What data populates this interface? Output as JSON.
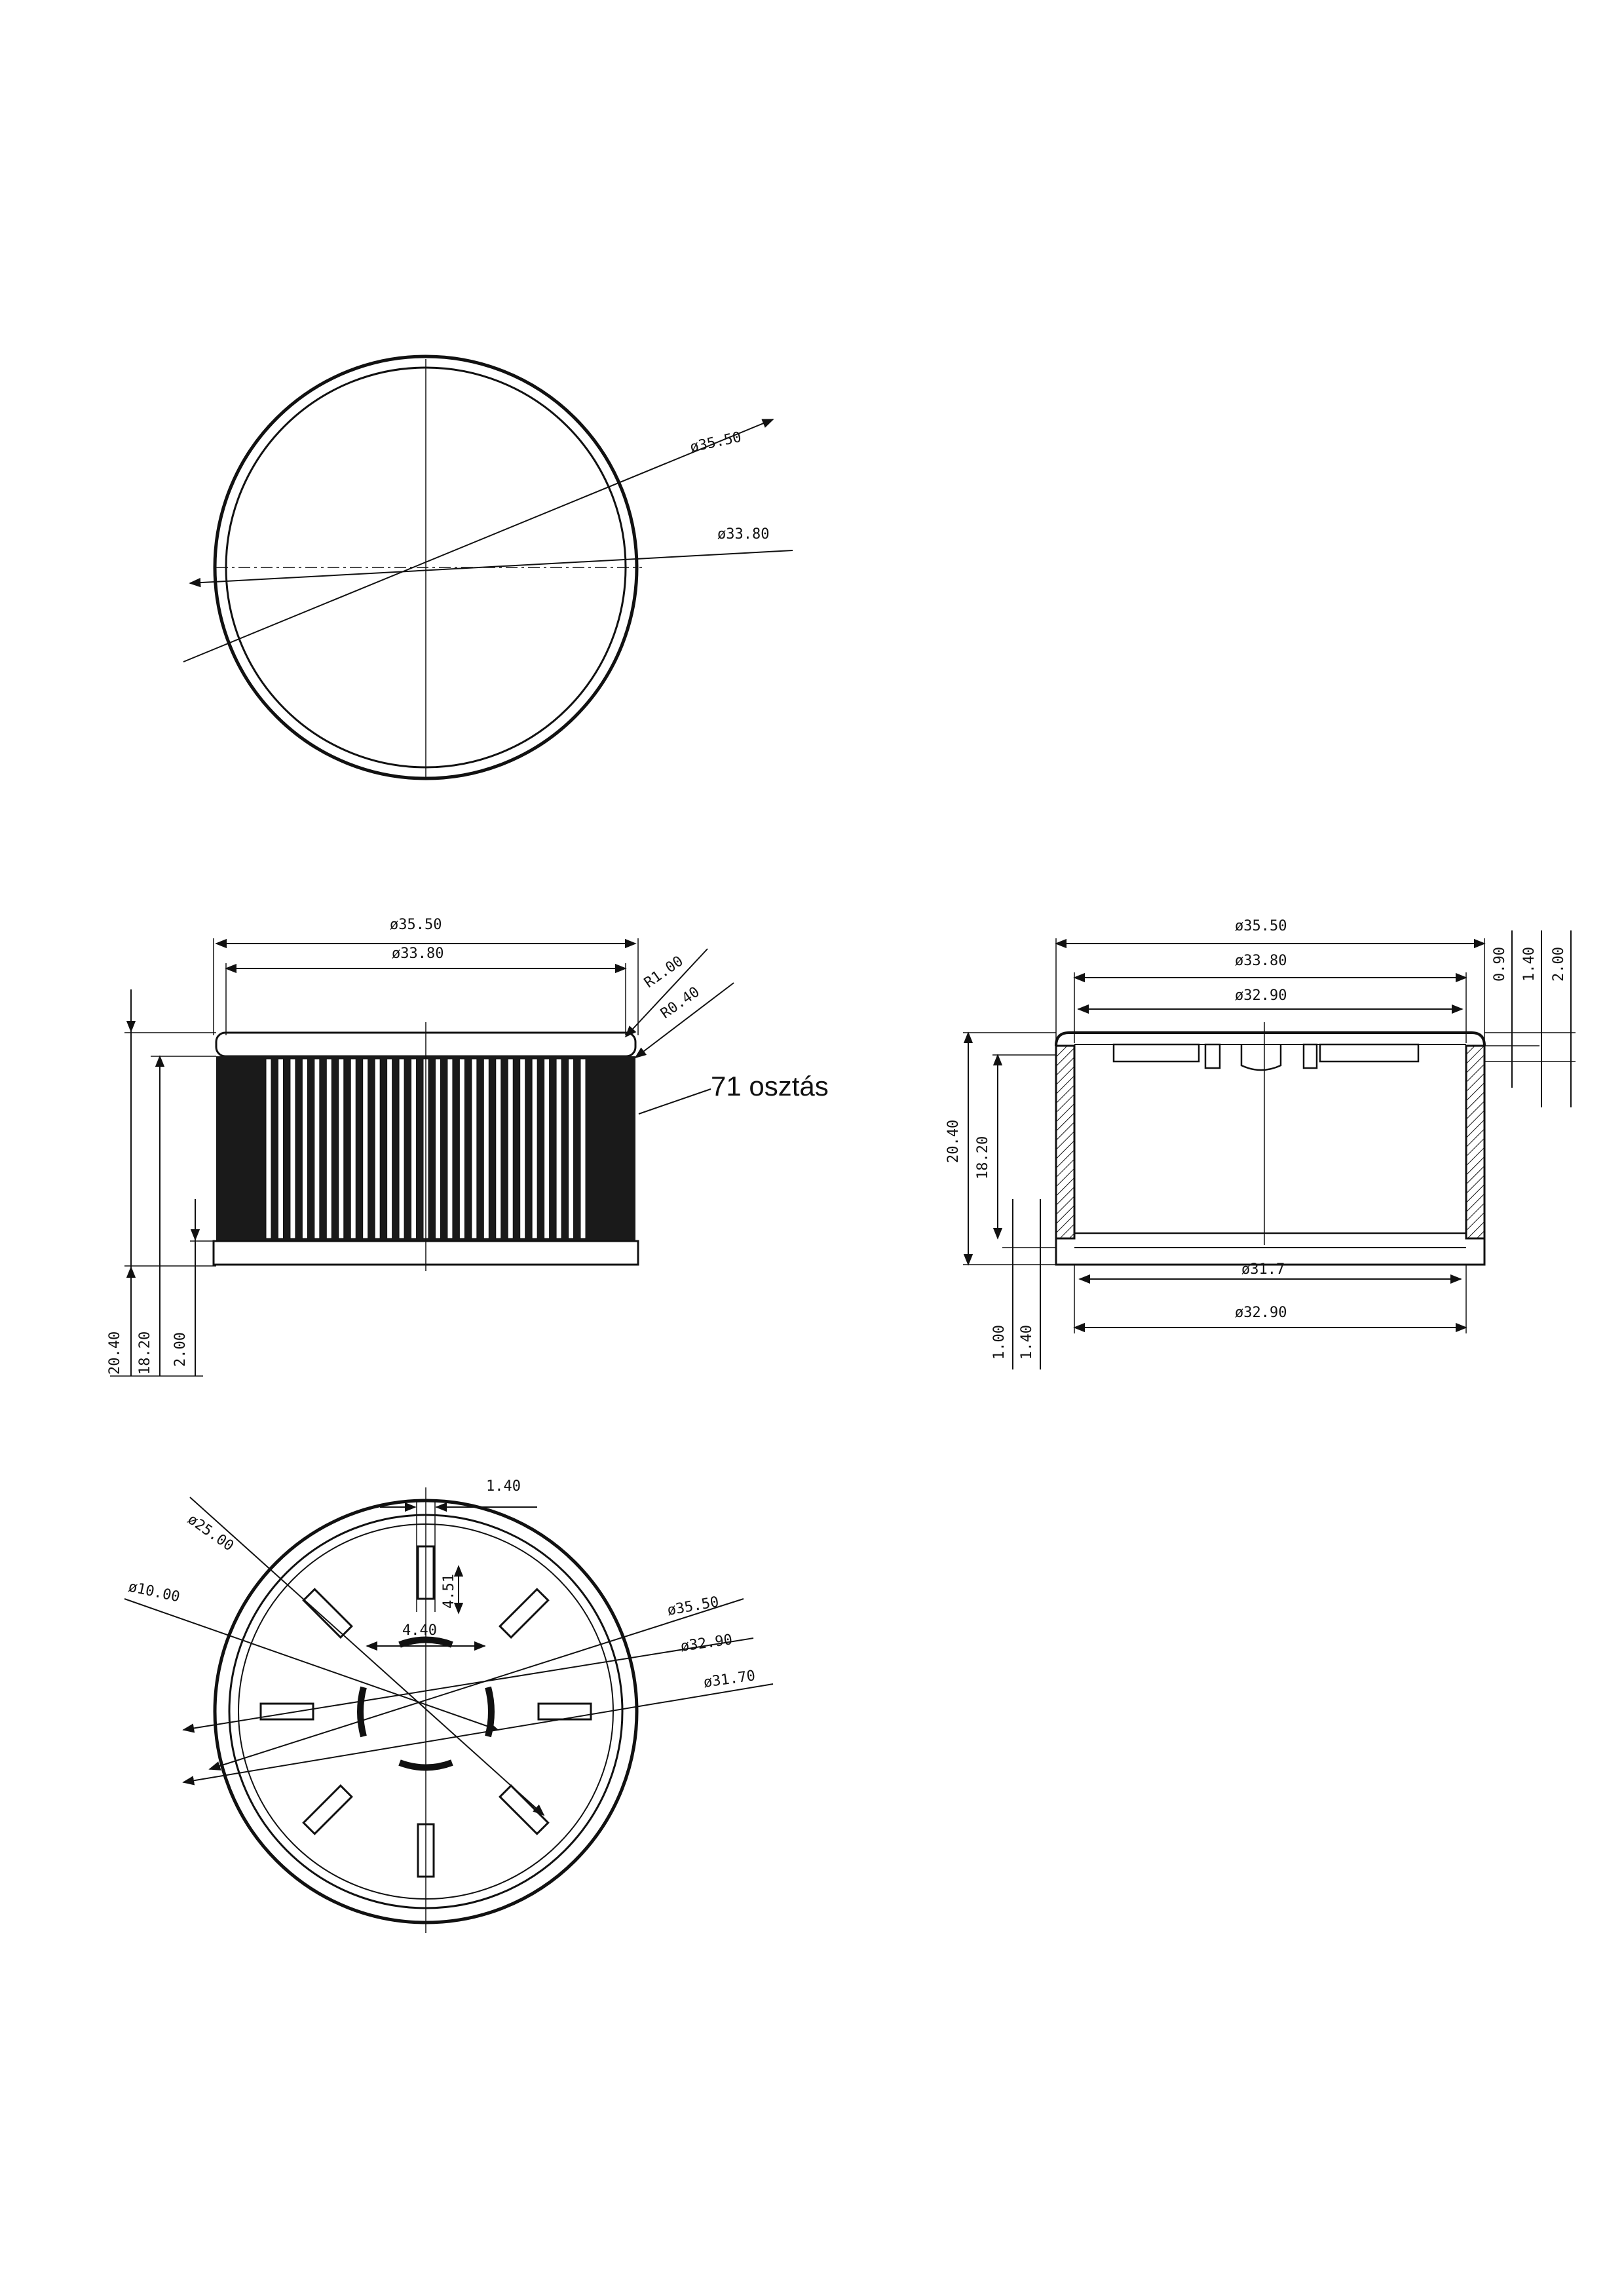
{
  "top_view": {
    "outer_diameter": "ø35.50",
    "inner_diameter": "ø33.80"
  },
  "side_view": {
    "outer_diameter": "ø35.50",
    "inner_diameter": "ø33.80",
    "radius_outer": "R1.00",
    "radius_inner": "R0.40",
    "height_total": "20.40",
    "height_knurl": "18.20",
    "height_base": "2.00",
    "knurl_note": "71 osztás"
  },
  "section_view": {
    "outer_diameter": "ø35.50",
    "inner_diameter": "ø33.80",
    "inner_diameter_2": "ø32.90",
    "step_1": "0.90",
    "step_2": "1.40",
    "step_3": "2.00",
    "height_total": "20.40",
    "height_inner": "18.20",
    "bottom_diameter_1": "ø31.7",
    "bottom_diameter_2": "ø32.90",
    "bottom_step_1": "1.00",
    "bottom_step_2": "1.40"
  },
  "bottom_view": {
    "slot_width": "1.40",
    "slot_length": "4.51",
    "gap": "4.40",
    "pcd_25": "ø25.00",
    "pcd_10": "ø10.00",
    "outer_diameter": "ø35.50",
    "mid_diameter": "ø32.90",
    "inner_diameter": "ø31.70"
  }
}
